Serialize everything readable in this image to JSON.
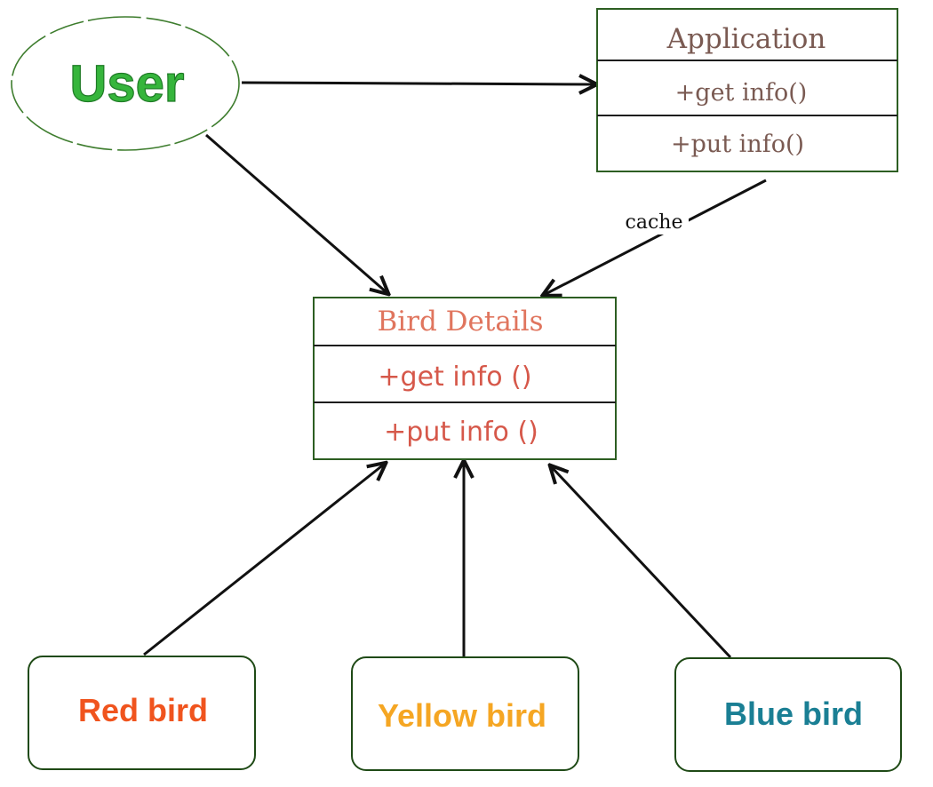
{
  "user": {
    "label": "User"
  },
  "application": {
    "title": "Application",
    "methods": [
      "+get info()",
      "+put info()"
    ]
  },
  "bird_details": {
    "title": "Bird Details",
    "methods": [
      "+get info ()",
      "+put info ()"
    ]
  },
  "edge_labels": {
    "cache": "cache"
  },
  "birds": [
    {
      "label": "Red bird",
      "color": "#f0541e"
    },
    {
      "label": "Yellow bird",
      "color": "#f5a623"
    },
    {
      "label": "Blue bird",
      "color": "#1a7f94"
    }
  ],
  "colors": {
    "user_text": "#36b53c",
    "app_text": "#7a5a52",
    "bird_details_title": "#e0755e",
    "bird_details_methods": "#d6584a"
  }
}
